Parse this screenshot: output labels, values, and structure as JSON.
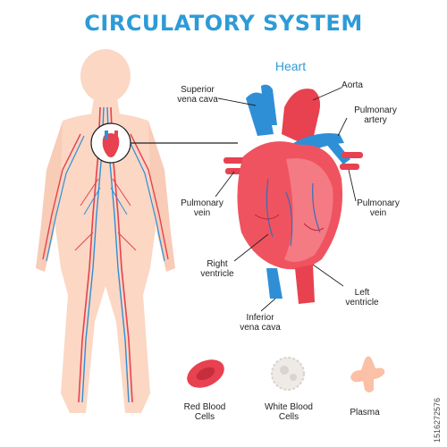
{
  "title": "CIRCULATORY SYSTEM",
  "heart_title": "Heart",
  "labels": {
    "superior_vena_cava": [
      "Superior",
      "vena cava"
    ],
    "aorta": [
      "Aorta"
    ],
    "pulmonary_artery": [
      "Pulmonary",
      "artery"
    ],
    "pulmonary_vein_left": [
      "Pulmonary",
      "vein"
    ],
    "pulmonary_vein_right": [
      "Pulmonary",
      "vein"
    ],
    "right_ventricle": [
      "Right",
      "ventricle"
    ],
    "left_ventricle": [
      "Left",
      "ventricle"
    ],
    "inferior_vena_cava": [
      "Inferior",
      "vena cava"
    ]
  },
  "cells": {
    "red": [
      "Red Blood",
      "Cells"
    ],
    "white": [
      "White Blood",
      "Cells"
    ],
    "plasma": [
      "Plasma"
    ]
  },
  "stock_id": "1516272576",
  "colors": {
    "title": "#2e9bd6",
    "artery": "#e8414f",
    "vein": "#2f8fd6",
    "skin": "#fbd7c4"
  }
}
